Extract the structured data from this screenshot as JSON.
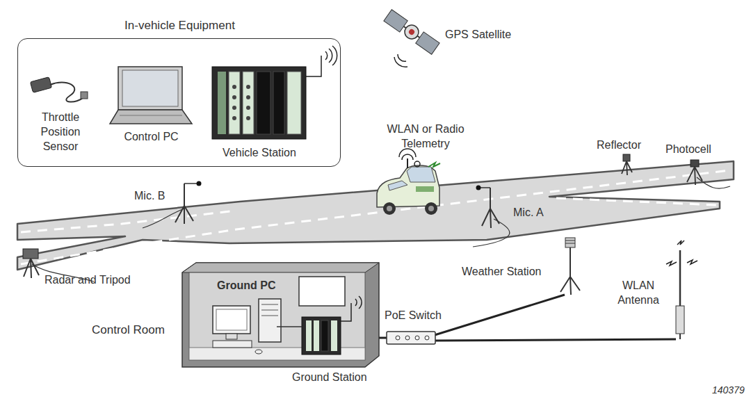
{
  "diagram": {
    "nodes": [
      {
        "text": [
          "In-vehicle Equipment"
        ]
      },
      {
        "text": [
          "Control Room",
          "Ground PC"
        ]
      }
    ],
    "labels": [
      "Throttle Position Sensor",
      "Control PC",
      "Vehicle Station",
      "GPS Satellite",
      "WLAN or Radio Telemetry",
      "Reflector",
      "Photocell",
      "Mic. B",
      "Mic. A",
      "Radar and Tripod",
      "Weather Station",
      "WLAN Antenna",
      "PoE Switch",
      "Ground Station",
      "140379"
    ]
  }
}
